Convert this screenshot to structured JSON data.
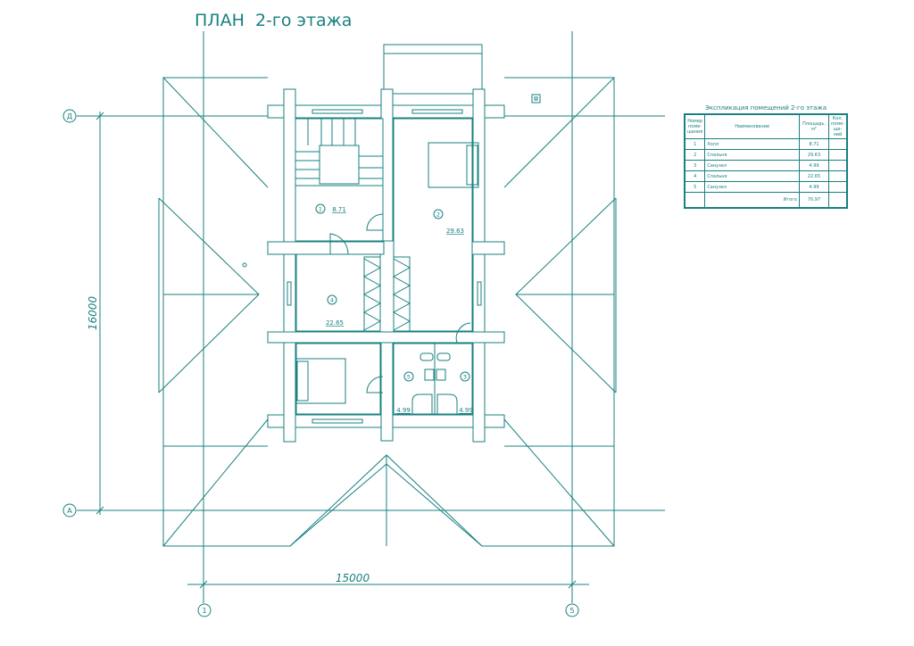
{
  "title": "ПЛАН  2-го этажа",
  "axes": {
    "top": "Д",
    "bottom": "А",
    "left": "1",
    "right": "5"
  },
  "dimensions": {
    "vertical": "16000",
    "horizontal": "15000"
  },
  "rooms": [
    {
      "num": "1",
      "area": "8.71"
    },
    {
      "num": "2",
      "area": "29.63"
    },
    {
      "num": "3",
      "area": "4.99"
    },
    {
      "num": "4",
      "area": "22.65"
    },
    {
      "num": "5",
      "area": "4.99"
    }
  ],
  "table": {
    "caption": "Экспликация помещений 2-го этажа",
    "headers": [
      "Номер поме-щения",
      "Наименование",
      "Площадь, м²",
      "Кол. поме-ще-ний"
    ],
    "rows": [
      {
        "num": "1",
        "name": "Холл",
        "area": "8.71"
      },
      {
        "num": "2",
        "name": "Спальня",
        "area": "29.63"
      },
      {
        "num": "3",
        "name": "Санузел",
        "area": "4.99"
      },
      {
        "num": "4",
        "name": "Спальня",
        "area": "22.65"
      },
      {
        "num": "5",
        "name": "Санузел",
        "area": "4.99"
      }
    ],
    "total_label": "Итого",
    "total": "70.97"
  },
  "colors": {
    "line": "#1a8080"
  }
}
